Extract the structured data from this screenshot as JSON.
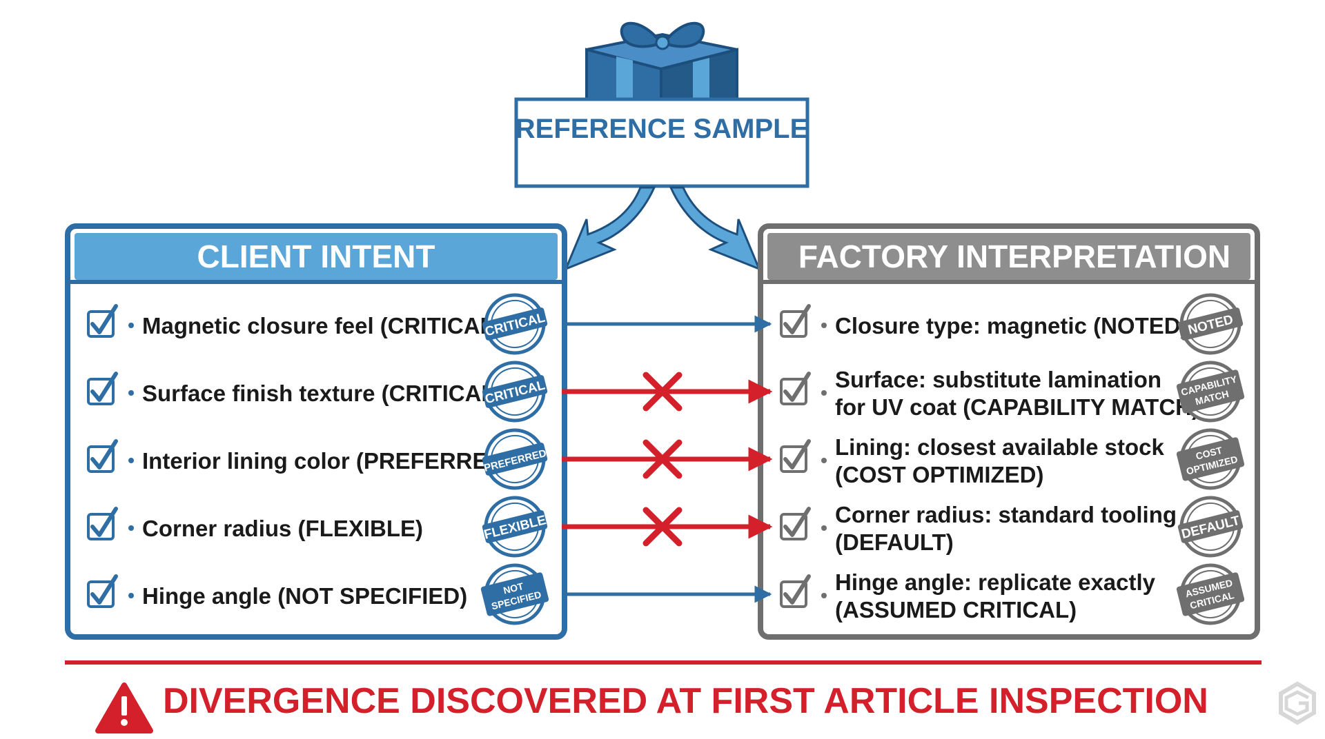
{
  "reference": {
    "label": "REFERENCE SAMPLE",
    "icon": "gift-box-icon"
  },
  "client": {
    "title": "CLIENT INTENT",
    "color": "#2e6ea4",
    "rows": [
      {
        "text": "Magnetic closure feel (CRITICAL)",
        "stamp": [
          "CRITICAL"
        ]
      },
      {
        "text": "Surface finish texture (CRITICAL)",
        "stamp": [
          "CRITICAL"
        ]
      },
      {
        "text": "Interior lining color (PREFERRED)",
        "stamp": [
          "PREFERRED"
        ]
      },
      {
        "text": "Corner radius (FLEXIBLE)",
        "stamp": [
          "FLEXIBLE"
        ]
      },
      {
        "text": "Hinge angle (NOT SPECIFIED)",
        "stamp": [
          "NOT",
          "SPECIFIED"
        ]
      }
    ]
  },
  "factory": {
    "title": "FACTORY INTERPRETATION",
    "color": "#6f6f6f",
    "rows": [
      {
        "lines": [
          "Closure type: magnetic (NOTED)"
        ],
        "stamp": [
          "NOTED"
        ]
      },
      {
        "lines": [
          "Surface: substitute lamination",
          "for UV coat (CAPABILITY MATCH)"
        ],
        "stamp": [
          "CAPABILITY",
          "MATCH"
        ]
      },
      {
        "lines": [
          "Lining: closest available stock",
          "(COST OPTIMIZED)"
        ],
        "stamp": [
          "COST",
          "OPTIMIZED"
        ]
      },
      {
        "lines": [
          "Corner radius: standard tooling",
          "(DEFAULT)"
        ],
        "stamp": [
          "DEFAULT"
        ]
      },
      {
        "lines": [
          "Hinge angle: replicate exactly",
          "(ASSUMED CRITICAL)"
        ],
        "stamp": [
          "ASSUMED",
          "CRITICAL"
        ]
      }
    ]
  },
  "connectors": [
    {
      "status": "match"
    },
    {
      "status": "mismatch"
    },
    {
      "status": "mismatch"
    },
    {
      "status": "mismatch"
    },
    {
      "status": "match"
    }
  ],
  "footer": {
    "text": "DIVERGENCE DISCOVERED AT FIRST ARTICLE INSPECTION",
    "icon": "warning-icon"
  },
  "colors": {
    "blue": "#2e6ea4",
    "light_blue": "#5aa6d8",
    "gray": "#6f6f6f",
    "red": "#d3202a"
  }
}
